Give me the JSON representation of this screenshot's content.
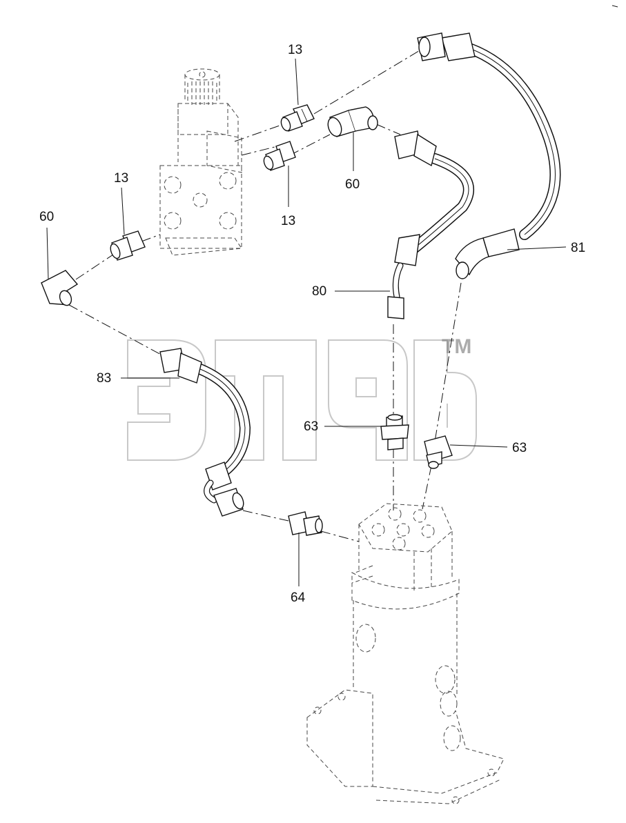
{
  "callouts": {
    "c13_top": "13",
    "c13_left": "13",
    "c13_mid": "13",
    "c60_right": "60",
    "c60_left": "60",
    "c80": "80",
    "c81": "81",
    "c83": "83",
    "c63_center": "63",
    "c63_right": "63",
    "c64": "64"
  },
  "watermark": {
    "tm": "TM"
  },
  "icons": {
    "valve": "valve-block-icon",
    "swivel": "swivel-joint-icon"
  },
  "colors": {
    "line": "#111111",
    "watermark": "#9a9a9a",
    "background": "#ffffff"
  }
}
